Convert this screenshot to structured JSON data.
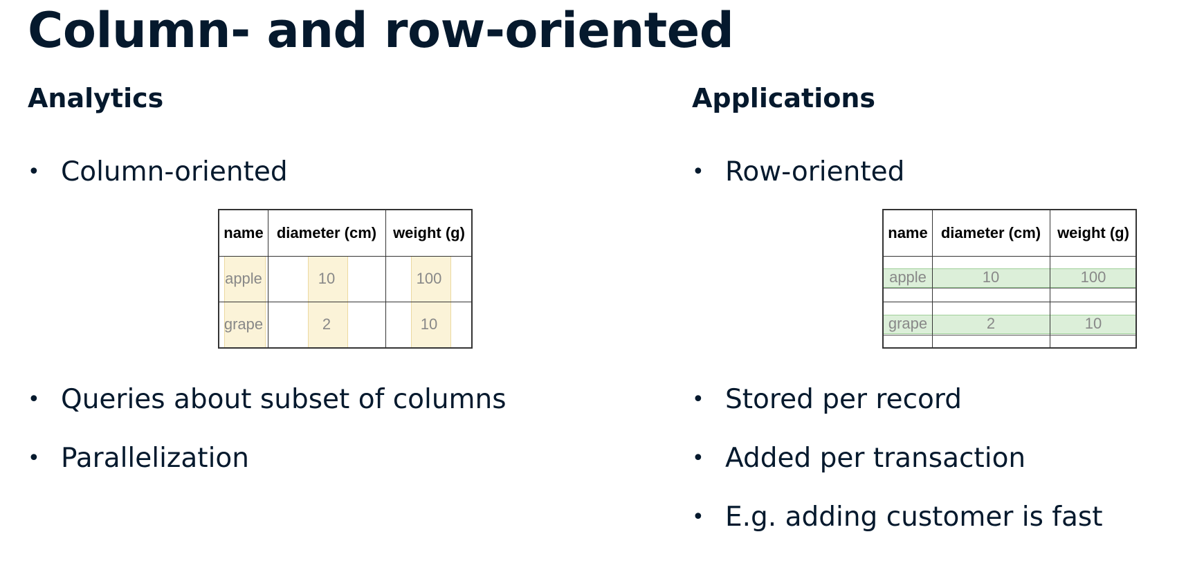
{
  "slide": {
    "title": "Column- and row-oriented"
  },
  "left": {
    "heading": "Analytics",
    "bullet_top": "Column-oriented",
    "bullets_bottom": [
      "Queries about subset of columns",
      "Parallelization"
    ],
    "table": {
      "headers": [
        "name",
        "diameter (cm)",
        "weight (g)"
      ],
      "rows": [
        [
          "apple",
          "10",
          "100"
        ],
        [
          "grape",
          "2",
          "10"
        ]
      ],
      "highlight": "columns",
      "highlight_color": "#fbf3d8"
    }
  },
  "right": {
    "heading": "Applications",
    "bullet_top": "Row-oriented",
    "bullets_bottom": [
      "Stored per record",
      "Added per transaction",
      "E.g. adding customer is fast"
    ],
    "table": {
      "headers": [
        "name",
        "diameter (cm)",
        "weight (g)"
      ],
      "rows": [
        [
          "apple",
          "10",
          "100"
        ],
        [
          "grape",
          "2",
          "10"
        ]
      ],
      "highlight": "rows",
      "highlight_color": "#dcefd9"
    }
  },
  "colors": {
    "text": "#05192d",
    "table_border": "#333333",
    "cell_text": "#888888"
  }
}
